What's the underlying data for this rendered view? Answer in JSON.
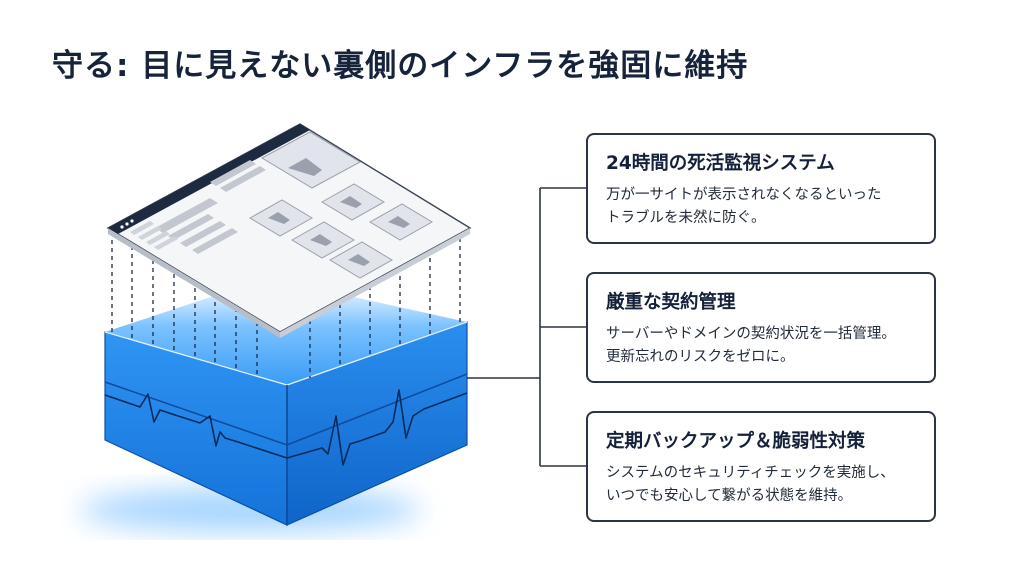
{
  "title": "守る: 目に見えない裏側のインフラを強固に維持",
  "cards": [
    {
      "heading": "24時間の死活監視システム",
      "lines": [
        "万が一サイトが表示されなくなるといった",
        "トラブルを未然に防ぐ。"
      ]
    },
    {
      "heading": "厳重な契約管理",
      "lines": [
        "サーバーやドメインの契約状況を一括管理。",
        "更新忘れのリスクをゼロに。"
      ]
    },
    {
      "heading": "定期バックアップ＆脆弱性対策",
      "lines": [
        "システムのセキュリティチェックを実施し、",
        "いつでも安心して繋がる状態を維持。"
      ]
    }
  ],
  "colors": {
    "navy": "#16233a",
    "blue": "#1f86ec",
    "blue_light": "#5db3ff",
    "line": "#2b3545"
  },
  "icons": [
    "website-wireframe-icon",
    "server-block-icon",
    "heartbeat-wave-icon",
    "image-placeholder-icon"
  ]
}
